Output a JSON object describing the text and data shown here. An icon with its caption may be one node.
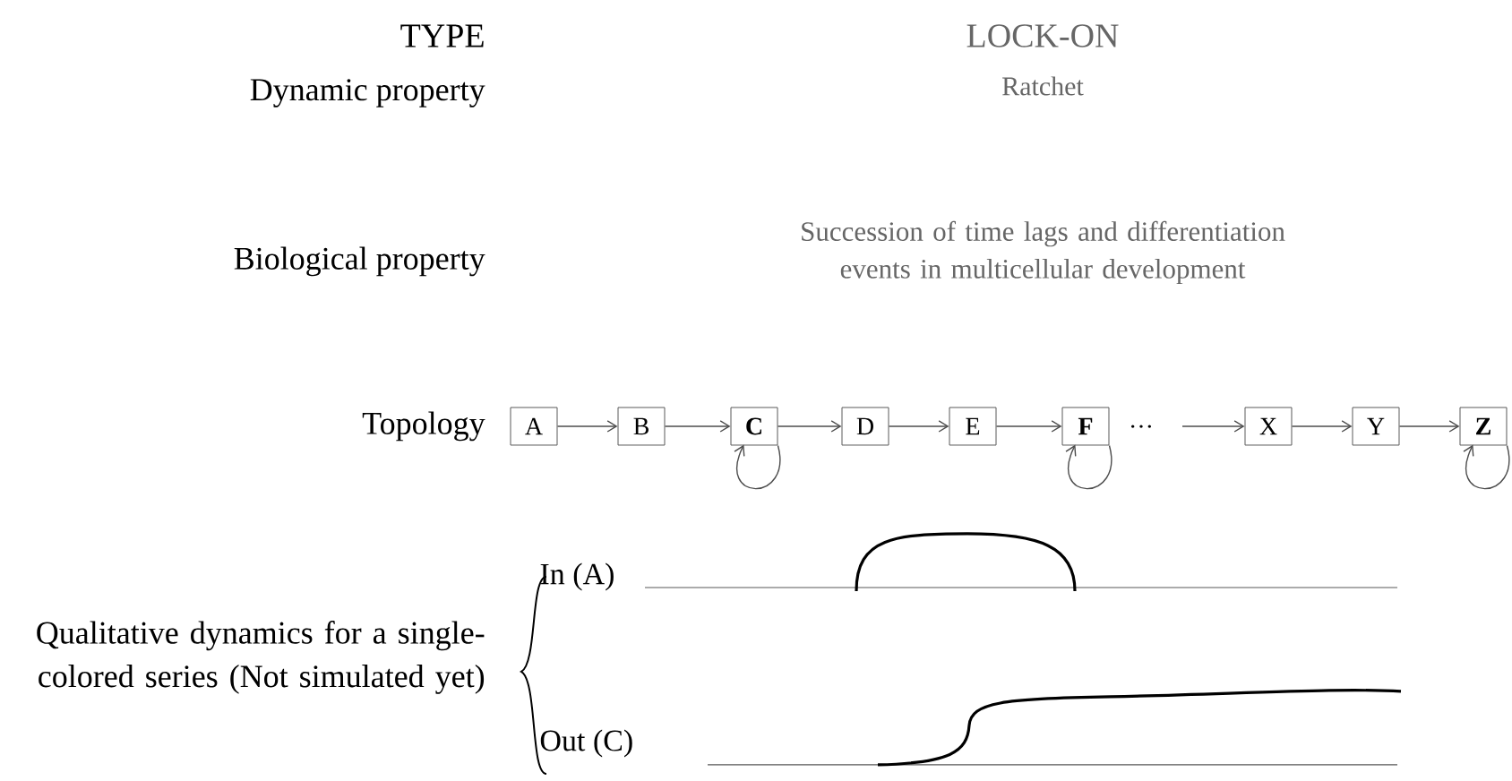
{
  "diagram": {
    "nodes": [
      {
        "text": [
          "A"
        ]
      },
      {
        "text": [
          "B"
        ]
      },
      {
        "text": [
          "C"
        ]
      },
      {
        "text": [
          "D"
        ]
      },
      {
        "text": [
          "E"
        ]
      },
      {
        "text": [
          "F"
        ]
      },
      {
        "text": [
          "X"
        ]
      },
      {
        "text": [
          "Y"
        ]
      },
      {
        "text": [
          "Z"
        ]
      }
    ],
    "edges": [
      {
        "from": 0,
        "to": 1,
        "arrow": "to"
      },
      {
        "from": 1,
        "to": 2,
        "arrow": "to"
      },
      {
        "from": 2,
        "to": 3,
        "arrow": "to"
      },
      {
        "from": 3,
        "to": 4,
        "arrow": "to"
      },
      {
        "from": 4,
        "to": 5,
        "arrow": "to"
      },
      {
        "from": null,
        "to": 6,
        "arrow": "to"
      },
      {
        "from": 6,
        "to": 7,
        "arrow": "to"
      },
      {
        "from": 7,
        "to": 8,
        "arrow": "to"
      },
      {
        "from": 2,
        "to": 2,
        "arrow": "to"
      },
      {
        "from": 5,
        "to": 5,
        "arrow": "to"
      },
      {
        "from": 8,
        "to": 8,
        "arrow": "to"
      }
    ],
    "labels": [
      "TYPE",
      "LOCK-ON",
      "Dynamic property",
      "Ratchet",
      "Biological property",
      "Succession of time lags and differentiation events in multicellular development",
      "Topology",
      "···",
      "Qualitative dynamics for a single-colored series (Not simulated yet)",
      "In (A)",
      "Out (C)"
    ]
  }
}
